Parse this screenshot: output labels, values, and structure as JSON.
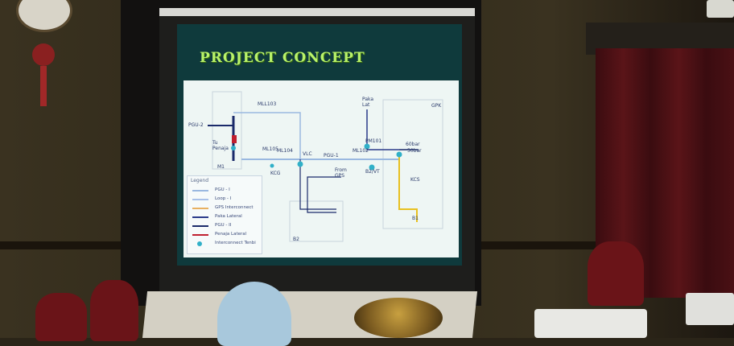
{
  "slide": {
    "title": "PROJECT CONCEPT"
  },
  "diagram": {
    "labels": {
      "pgu2": "PGU-2",
      "tu_penaja": "Tu\nPenaja",
      "m1": "M1",
      "mll103": "MLL103",
      "ml105": "ML105",
      "ml104": "ML104",
      "kcg": "KCG",
      "vlc": "VLC",
      "pgu1": "PGU-1",
      "paka_lat": "Paka\nLat",
      "pm101": "PM101",
      "ml102": "ML102",
      "gpk": "GPK",
      "bar60": "60bar",
      "bar50": "50bar",
      "from_gps": "From\nGPS",
      "b2vt": "B2/VT",
      "kcs": "KCS",
      "b1": "B1",
      "b2": "B2"
    },
    "legend": {
      "title": "Legend",
      "items": [
        {
          "label": "PGU - I",
          "color": "#9ab8e0"
        },
        {
          "label": "Loop - I",
          "color": "#a8c0e8"
        },
        {
          "label": "GPS Interconnect",
          "color": "#e8b060"
        },
        {
          "label": "Paka Lateral",
          "color": "#2a3a8a"
        },
        {
          "label": "PGU - II",
          "color": "#1a2a6a"
        },
        {
          "label": "Penaja Lateral",
          "color": "#c02030"
        },
        {
          "label": "Interconnect Tenbi",
          "color": "#30b0c8"
        }
      ]
    }
  },
  "colors": {
    "slide_title": "#b9f26a",
    "pipe_main": "#9ab8e0",
    "pipe_dark": "#1a2a6a",
    "pipe_yellow": "#e8c020",
    "node": "#30b0c8"
  }
}
